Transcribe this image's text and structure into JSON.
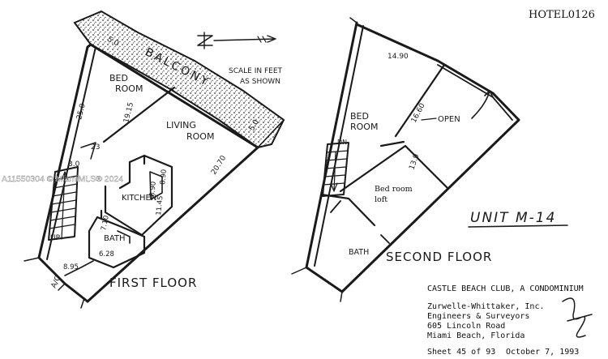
{
  "header": {
    "doc_id": "HOTEL0126"
  },
  "watermark": {
    "text": "A11550304 © MiamiMLS® 2024"
  },
  "first_floor": {
    "title": "FIRST FLOOR",
    "rooms": {
      "balcony": "BALCONY",
      "bedroom_line1": "BED",
      "bedroom_line2": "ROOM",
      "living_line1": "LIVING",
      "living_line2": "ROOM",
      "kitchen": "KITCHEN",
      "bath": "BATH",
      "ac": "A/C",
      "stair_up": "UP"
    },
    "dimensions": {
      "balcony_end": "5.0",
      "balcony_end_right": "5.0",
      "left_wall": "25.0",
      "bedroom_diag": "19.15",
      "right_wall": "20.70",
      "stair_w": "3.0",
      "stair_top": "23",
      "kitchen_a": "8.90",
      "kitchen_b": "8.90",
      "kitchen_c": "11.45",
      "bath_a": "7.10",
      "bath_b": "6.28",
      "ac": "8.95"
    }
  },
  "scale_note": {
    "line1": "SCALE IN FEET",
    "line2": "AS SHOWN"
  },
  "second_floor": {
    "title": "SECOND FLOOR",
    "unit_label": "UNIT M-14",
    "rooms": {
      "bedroom_line1": "BED",
      "bedroom_line2": "ROOM",
      "open": "OPEN",
      "bath": "BATH",
      "stair_dn": "DN"
    },
    "dimensions": {
      "top": "14.90",
      "diag": "16.60",
      "mid": "13.9"
    },
    "annotation": {
      "line1": "Bed room",
      "line2": "loft"
    }
  },
  "title_block": {
    "project": "CASTLE BEACH CLUB, A CONDOMINIUM",
    "firm_line1": "Zurwelle-Whittaker, Inc.",
    "firm_line2": "Engineers & Surveyors",
    "address_line1": "605 Lincoln Road",
    "address_line2": "Miami Beach, Florida",
    "sheet": "Sheet 45 of 93",
    "date": "October 7, 1993"
  }
}
